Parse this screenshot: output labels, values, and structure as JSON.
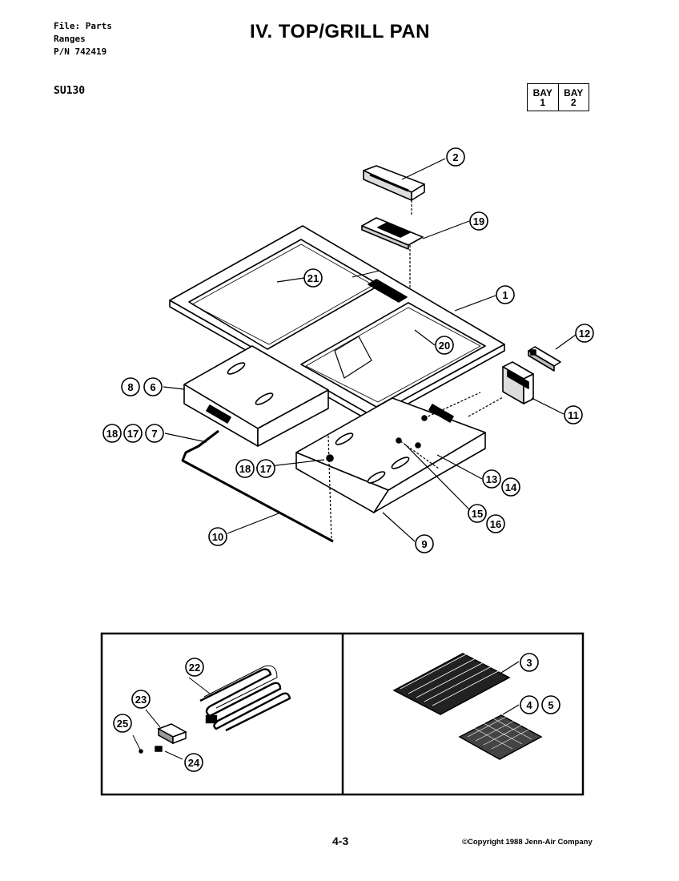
{
  "header": {
    "file_line": "File: Parts",
    "ranges_line": "Ranges",
    "pn_line": "P/N 742419",
    "model": "SU130",
    "title": "IV. TOP/GRILL PAN"
  },
  "bay_box": {
    "bays": [
      {
        "label": "BAY",
        "number": "1"
      },
      {
        "label": "BAY",
        "number": "2"
      }
    ]
  },
  "callouts": [
    "1",
    "2",
    "3",
    "4",
    "5",
    "6",
    "7",
    "8",
    "9",
    "10",
    "11",
    "12",
    "13",
    "14",
    "15",
    "16",
    "17",
    "18",
    "19",
    "20",
    "21",
    "22",
    "23",
    "24",
    "25"
  ],
  "footer": {
    "page_number": "4-3",
    "copyright": "©Copyright 1988 Jenn-Air Company"
  }
}
